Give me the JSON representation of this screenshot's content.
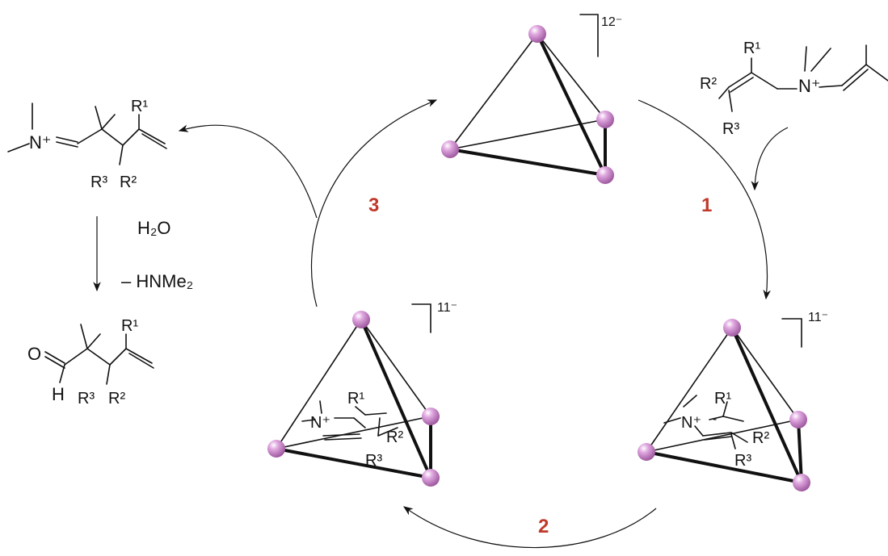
{
  "steps": {
    "s1": "1",
    "s2": "2",
    "s3": "3"
  },
  "charges": {
    "top": "12⁻",
    "right": "11⁻",
    "left": "11⁻"
  },
  "reagents": {
    "water": "H₂O",
    "amine": "– HNMe₂"
  },
  "atoms": {
    "R1": "R¹",
    "R2": "R²",
    "R3": "R³",
    "Nplus": "N⁺",
    "N": "N",
    "O": "O",
    "H": "H",
    "plus": "+",
    "minus": "-"
  },
  "colors": {
    "cluster_atom": "#cc88cc",
    "step_number": "#c0392b",
    "ink": "#111111"
  }
}
